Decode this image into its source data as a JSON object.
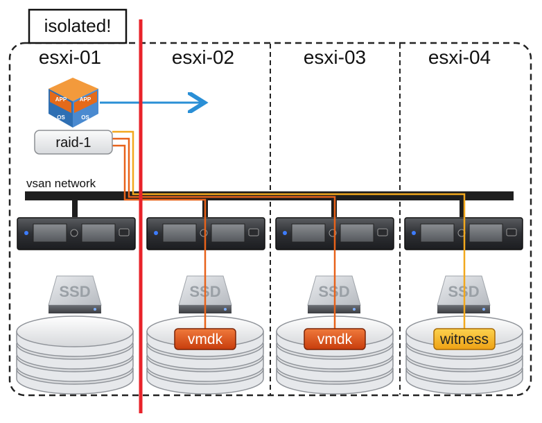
{
  "badge": {
    "label": "isolated!"
  },
  "hosts": [
    {
      "name": "esxi-01",
      "tag": ""
    },
    {
      "name": "esxi-02",
      "tag": "vmdk"
    },
    {
      "name": "esxi-03",
      "tag": "vmdk"
    },
    {
      "name": "esxi-04",
      "tag": "witness"
    }
  ],
  "vm": {
    "app_label": "APP",
    "os_label": "OS"
  },
  "raid": {
    "label": "raid-1"
  },
  "network": {
    "label": "vsan network"
  },
  "ssd": {
    "label": "SSD"
  },
  "colors": {
    "partition_line": "#e8232a",
    "migration_arrow": "#2a8fd6",
    "vmdk_path": "#e8621a",
    "witness_path": "#f2a81d",
    "vmdk_tag": "#d9480f",
    "witness_tag": "#f4b41a",
    "network_bar": "#1e1e1e"
  }
}
